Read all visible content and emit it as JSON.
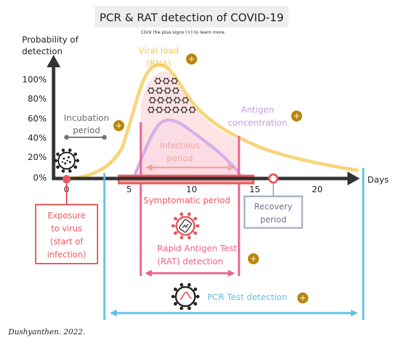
{
  "title": "PCR & RAT detection of COVID-19",
  "subtitle": "Click the plus signs (+) to learn more.",
  "y_axis": {
    "label_line1": "Probability of",
    "label_line2": "detection",
    "ticks": [
      "100%",
      "80%",
      "60%",
      "40%",
      "20%",
      "0%"
    ]
  },
  "x_axis": {
    "label": "Days",
    "ticks": [
      "0",
      "5",
      "10",
      "15",
      "20"
    ]
  },
  "viral_load": {
    "line1": "Viral load",
    "line2": "(RNA)"
  },
  "antigen": {
    "line1": "Antigen",
    "line2": "concentration"
  },
  "incubation": {
    "line1": "Incubation",
    "line2": "period"
  },
  "infectious": {
    "line1": "Infectious",
    "line2": "period"
  },
  "symptomatic": "Symptomatic period",
  "recovery": {
    "line1": "Recovery",
    "line2": "period"
  },
  "exposure": {
    "line1": "Exposure",
    "line2": "to virus",
    "line3": "(start of",
    "line4": "infection)"
  },
  "rat": {
    "line1": "Rapid Antigen Test",
    "line2": "(RAT) detection"
  },
  "pcr": "PCR Test detection",
  "plus_symbol": "+",
  "signature": "Dushyanthen. 2022.",
  "colors": {
    "viral_load": "#f7d57a",
    "viral_fill": "#fde3e3",
    "antigen": "#d7aee8",
    "rat": "#ec5f8e",
    "symptomatic": "#e8585d",
    "pcr": "#5ec2e6",
    "recovery": "#a7b1c2",
    "incubation": "#777777",
    "plus_button": "#b8860b",
    "axis": "#333333"
  },
  "icons": [
    "virus-icon",
    "rat-test-icon",
    "pcr-test-icon",
    "plus-icon"
  ]
}
